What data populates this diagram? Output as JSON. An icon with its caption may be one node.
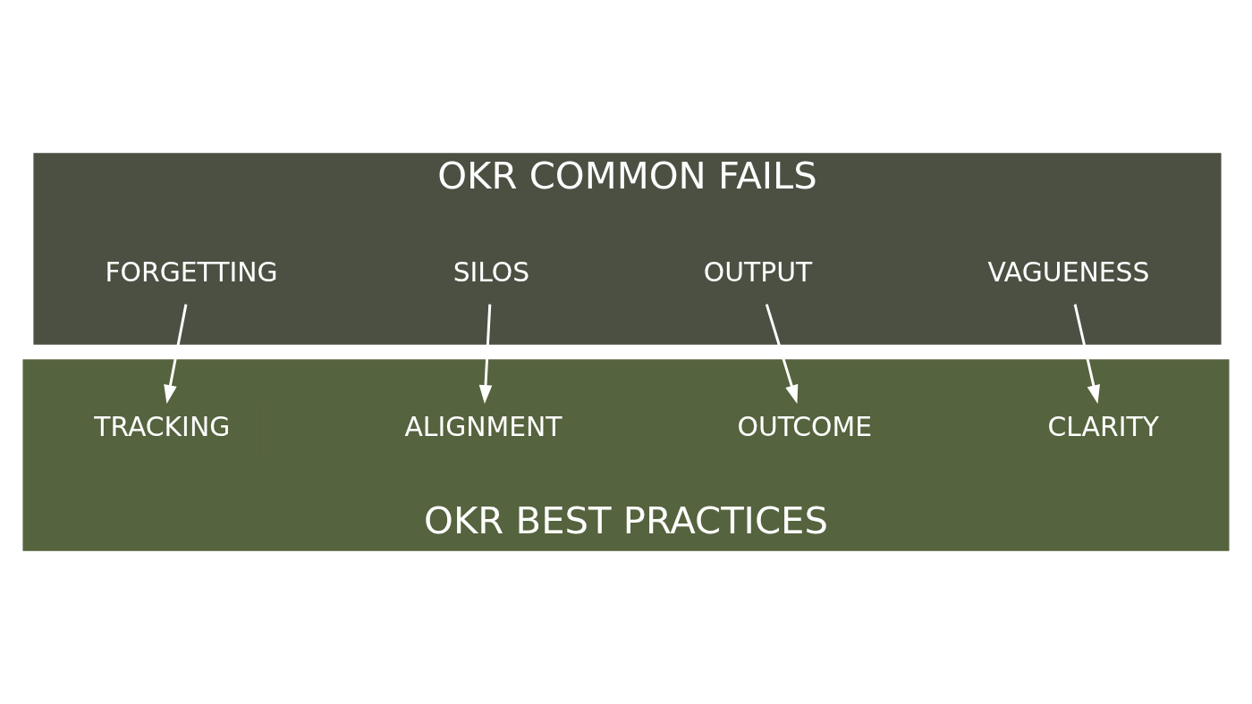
{
  "diagram": {
    "nodes": [
      {
        "text": [
          "OKR COMMON FAILS"
        ]
      },
      {
        "text": [
          "VAGUENESS"
        ],
        "in": 0
      },
      {
        "text": [
          "OUTPUT"
        ],
        "in": 0
      },
      {
        "text": [
          "SILOS"
        ],
        "in": 0
      },
      {
        "text": [
          "FORGETTING"
        ],
        "in": 0
      },
      {
        "text": [
          "OKR BEST PRACTICES"
        ]
      },
      {
        "text": [
          "CLARITY"
        ],
        "in": 5
      },
      {
        "text": [
          "OUTCOME"
        ],
        "in": 5
      },
      {
        "text": [
          "ALIGNMENT"
        ],
        "in": 5
      },
      {
        "text": [
          "TRACKING"
        ],
        "in": 5
      }
    ],
    "edges": [
      {
        "from": 1,
        "to": 6,
        "arrow": "to"
      },
      {
        "from": 2,
        "to": 7,
        "arrow": "to"
      },
      {
        "from": 3,
        "to": 8,
        "arrow": "to"
      },
      {
        "from": 4,
        "to": 9,
        "arrow": "to"
      }
    ]
  }
}
